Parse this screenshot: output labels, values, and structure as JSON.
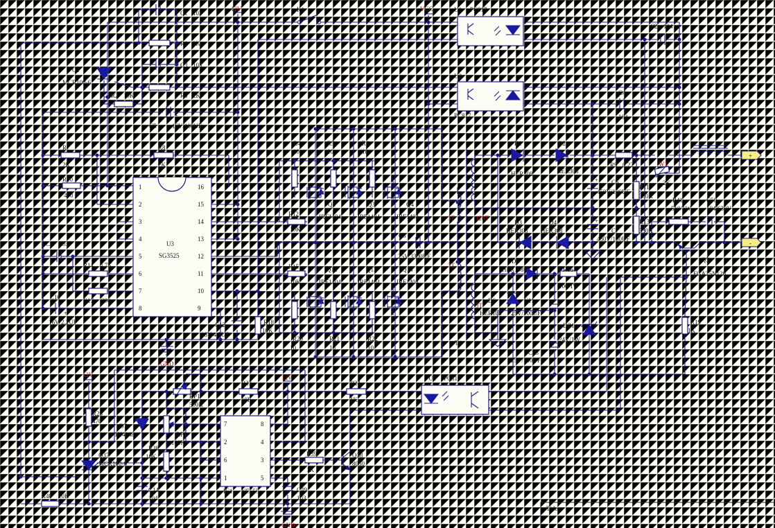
{
  "title_block": {
    "title_label": "Title"
  },
  "nets": {
    "v12_top": "12V",
    "vcc": "VCC",
    "gnd_mid": "GND",
    "v12_left": "12V",
    "v12_ne555": "12V",
    "gnd_bottom": "GND"
  },
  "switch": {
    "ref": "K1"
  },
  "transformer": {
    "ref": "T1",
    "turns_a": "3T",
    "turns_sec": "120T",
    "turns_b": "3T",
    "turns_c": "3T"
  },
  "ports": {
    "plus": "+",
    "minus": "-"
  },
  "components": [
    {
      "key": "c1",
      "ref": "C1",
      "value": "103"
    },
    {
      "key": "r1",
      "ref": "R1",
      "value": "2K"
    },
    {
      "key": "c3",
      "ref": "C3",
      "value": "103"
    },
    {
      "key": "r3",
      "ref": "R3",
      "value": "2K"
    },
    {
      "key": "q1",
      "ref": "Q1",
      "value": "MCR100-6"
    },
    {
      "key": "r2",
      "ref": "R2",
      "value": "10K"
    },
    {
      "key": "c5",
      "ref": "C5",
      "value": "16V/100UF"
    },
    {
      "key": "r7",
      "ref": "R7",
      "value": "2K"
    },
    {
      "key": "r8",
      "ref": "R8",
      "value": "2K"
    },
    {
      "key": "r10",
      "ref": "R10",
      "value": "470"
    },
    {
      "key": "u3",
      "ref": "U3",
      "value": "SG3525"
    },
    {
      "key": "c9",
      "ref": "C9",
      "value": "103"
    },
    {
      "key": "r14",
      "ref": "R14",
      "value": "4.7K"
    },
    {
      "key": "r17",
      "ref": "R17",
      "value": "200"
    },
    {
      "key": "c10",
      "ref": "C10",
      "value": "16V/2.2UF"
    },
    {
      "key": "c12",
      "ref": "C12",
      "value": "16V 4.7UF"
    },
    {
      "key": "r18",
      "ref": "R18",
      "value": "10K"
    },
    {
      "key": "r4",
      "ref": "R4",
      "value": "10"
    },
    {
      "key": "r5",
      "ref": "R5",
      "value": "10"
    },
    {
      "key": "r6",
      "ref": "R6",
      "value": "10"
    },
    {
      "key": "q2",
      "ref": "Q2",
      "value": "IRF1404"
    },
    {
      "key": "q3",
      "ref": "Q3",
      "value": "IRF1404"
    },
    {
      "key": "q4",
      "ref": "Q4",
      "value": "IRF1404"
    },
    {
      "key": "r12",
      "ref": "R12",
      "value": "10K"
    },
    {
      "key": "c8",
      "ref": "C8",
      "value": "25V 3300UF"
    },
    {
      "key": "r15",
      "ref": "R15",
      "value": "10K"
    },
    {
      "key": "q12",
      "ref": "Q12",
      "value": "IRF1404"
    },
    {
      "key": "q13",
      "ref": "Q13",
      "value": "IRF1404"
    },
    {
      "key": "q14",
      "ref": "Q14",
      "value": "IRF1404"
    },
    {
      "key": "r20",
      "ref": "R20",
      "value": "10"
    },
    {
      "key": "r21",
      "ref": "R21",
      "value": "10"
    },
    {
      "key": "r22",
      "ref": "R22",
      "value": "10"
    },
    {
      "key": "u1",
      "ref": "U1",
      "value": "PC817"
    },
    {
      "key": "u2",
      "ref": "U2",
      "value": "PC817"
    },
    {
      "key": "c2",
      "ref": "C2",
      "value": "104"
    },
    {
      "key": "c4",
      "ref": "C4",
      "value": "104"
    },
    {
      "key": "d1",
      "ref": "D1",
      "value": "HER308"
    },
    {
      "key": "d2",
      "ref": "D2",
      "value": "HER308"
    },
    {
      "key": "r9",
      "ref": "R9",
      "value": "0.22"
    },
    {
      "key": "w1",
      "ref": "W1",
      "value": "2K"
    },
    {
      "key": "c6",
      "ref": "C6",
      "value": "450V/100UF"
    },
    {
      "key": "r11",
      "ref": "R11",
      "value": "330K"
    },
    {
      "key": "r41",
      "ref": "R41",
      "value": "510/1W"
    },
    {
      "key": "c50",
      "ref": "C50",
      "value": "104/630V"
    },
    {
      "key": "d3",
      "ref": "D3",
      "value": "HER308"
    },
    {
      "key": "d4",
      "ref": "D4",
      "value": "HER308"
    },
    {
      "key": "r13",
      "ref": "R13",
      "value": "330K"
    },
    {
      "key": "c7",
      "ref": "C7",
      "value": "450V/100UF"
    },
    {
      "key": "q5",
      "ref": "Q5",
      "value": "FGA25N120"
    },
    {
      "key": "d5",
      "ref": "D5",
      "value": "HER108"
    },
    {
      "key": "r16",
      "ref": "R16",
      "value": "100/1W"
    },
    {
      "key": "d6",
      "ref": "D6",
      "value": "HER108"
    },
    {
      "key": "c11",
      "ref": "C11",
      "value": "25V/100UF"
    },
    {
      "key": "dz1",
      "ref": "DZ1",
      "value": "24V/1W"
    },
    {
      "key": "c13",
      "ref": "C13",
      "value": "25V/100UF"
    },
    {
      "key": "r19",
      "ref": "R19",
      "value": "1K"
    },
    {
      "key": "r25",
      "ref": "R25",
      "value": "470"
    },
    {
      "key": "rp1",
      "ref": "RP1",
      "value": "500K"
    },
    {
      "key": "r23",
      "ref": "R23",
      "value": "10K"
    },
    {
      "key": "r24",
      "ref": "R24",
      "value": "1K"
    },
    {
      "key": "u4",
      "ref": "U4",
      "value": "PC817"
    },
    {
      "key": "d7",
      "ref": "D7",
      "value": "1N4148"
    },
    {
      "key": "rp2",
      "ref": "RP2",
      "value": "100K"
    },
    {
      "key": "r38",
      "ref": "R38",
      "value": "10K"
    },
    {
      "key": "q37",
      "ref": "Q37",
      "value": "MCR100-6"
    },
    {
      "key": "r39",
      "ref": "R39",
      "value": "1K"
    },
    {
      "key": "q38",
      "ref": "Q38",
      "value": "8050"
    },
    {
      "key": "c14",
      "ref": "C14",
      "value": "104"
    },
    {
      "key": "ic1",
      "ref": "IC1",
      "value": "NE555"
    },
    {
      "key": "c49",
      "ref": "C49",
      "value": "103"
    },
    {
      "key": "r40",
      "ref": "R40",
      "value": "10K"
    }
  ],
  "u3_pins": [
    "1",
    "2",
    "3",
    "4",
    "5",
    "6",
    "7",
    "8",
    "16",
    "15",
    "14",
    "13",
    "12",
    "11",
    "10",
    "9"
  ],
  "ic1_pins": [
    "7",
    "2",
    "6",
    "1",
    "8",
    "4",
    "3",
    "5"
  ]
}
